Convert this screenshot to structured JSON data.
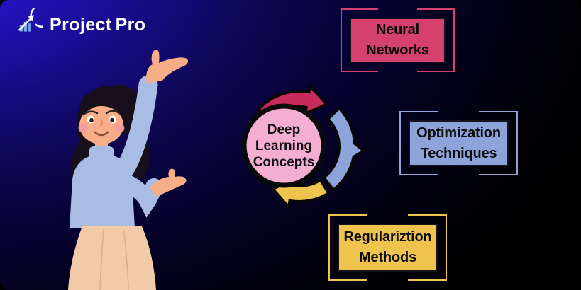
{
  "brand": {
    "name_left": "Project",
    "name_right": "Pro",
    "logo_icon": "bar-chart-growth-icon",
    "text_color": "#ffffff",
    "bar_color": "#6d99e8"
  },
  "background": {
    "top_left_glow": "#2e16d9",
    "base": "#000000"
  },
  "diagram": {
    "center": {
      "lines": [
        "Deep",
        "Learning",
        "Concepts"
      ],
      "fill": "#f3aed1",
      "outline": "#0a0a0a"
    },
    "ring": {
      "outline": "#070707",
      "segments": [
        {
          "id": "neural-networks",
          "color": "#c62b5b",
          "style": "arrow",
          "start": 222,
          "body_end": 280,
          "tip": 303
        },
        {
          "id": "optimization-techniques",
          "color": "#8ca4da",
          "style": "pointer",
          "start": 316,
          "end": 412,
          "pointer": 364
        },
        {
          "id": "regularization-methods",
          "color": "#eec34e",
          "style": "arrow",
          "start": 58,
          "body_end": 100,
          "tip": 122
        }
      ]
    }
  },
  "boxes": [
    {
      "id": "neural-networks",
      "lines": [
        "Neural",
        "Networks"
      ],
      "fill": "#d5406f"
    },
    {
      "id": "optimization-techniques",
      "lines": [
        "Optimization",
        "Techniques"
      ],
      "fill": "#8ca4da"
    },
    {
      "id": "regularization-methods",
      "lines": [
        "Regulariztion",
        "Methods"
      ],
      "fill": "#eec34e"
    }
  ],
  "illustration": {
    "subject": "woman presenting toward diagram",
    "palette": {
      "skin": "#f7ae88",
      "hair": "#17101a",
      "sweater": "#a9bce4",
      "skirt": "#f1cba8",
      "blush": "#f49aa1"
    }
  }
}
